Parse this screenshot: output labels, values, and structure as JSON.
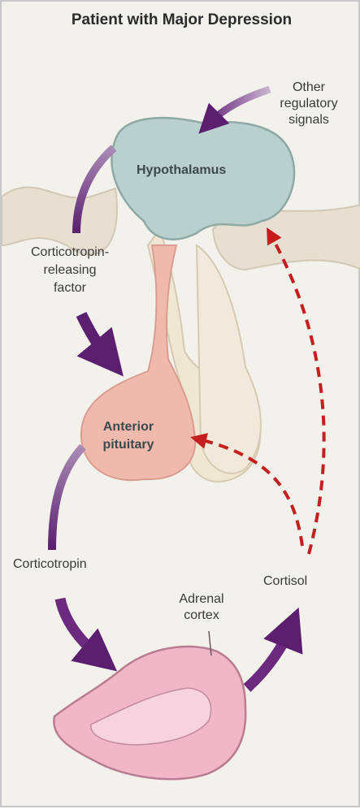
{
  "diagram": {
    "title": "Patient with Major Depression",
    "labels": {
      "other_signals": "Other\nregulatory\nsignals",
      "hypothalamus": "Hypothalamus",
      "crf": "Corticotropin-\nreleasing\nfactor",
      "anterior_pituitary": "Anterior\npituitary",
      "corticotropin": "Corticotropin",
      "adrenal_cortex": "Adrenal\ncortex",
      "cortisol": "Cortisol"
    },
    "colors": {
      "background": "#f3f1ec",
      "hypothalamus": "#b9d0cc",
      "pituitary": "#efb9ad",
      "stalk": "#efe6d3",
      "adrenal": "#f1b7c8",
      "stimulating_arrow": "#6b2a7d",
      "feedback_arrow": "#c41e1e"
    }
  }
}
